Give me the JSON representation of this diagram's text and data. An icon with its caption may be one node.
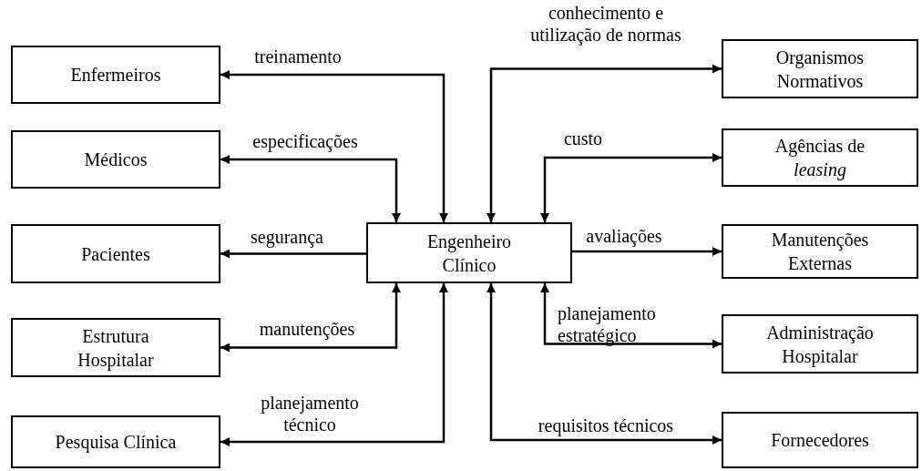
{
  "diagram": {
    "nodes": [
      {
        "text": [
          "Enfermeiros"
        ]
      },
      {
        "text": [
          "Organismos Normativos"
        ]
      },
      {
        "text": [
          "Médicos"
        ]
      },
      {
        "text": [
          "Agências de *leasing*"
        ]
      },
      {
        "text": [
          "Pacientes"
        ]
      },
      {
        "text": [
          "Engenheiro Clínico"
        ]
      },
      {
        "text": [
          "Manutenções Externas"
        ]
      },
      {
        "text": [
          "Estrutura Hospitalar"
        ]
      },
      {
        "text": [
          "Administração Hospitalar"
        ]
      },
      {
        "text": [
          "Pesquisa Clínica"
        ]
      },
      {
        "text": [
          "Fornecedores"
        ]
      }
    ],
    "edges": [
      {
        "from": 5,
        "to": 0,
        "arrow": "both",
        "label": "treinamento"
      },
      {
        "from": 5,
        "to": 2,
        "arrow": "both",
        "label": "especificações"
      },
      {
        "from": 5,
        "to": 4,
        "arrow": "to",
        "label": "segurança"
      },
      {
        "from": 5,
        "to": 7,
        "arrow": "both",
        "label": "manutenções"
      },
      {
        "from": 5,
        "to": 9,
        "arrow": "both",
        "label": "planejamento técnico"
      },
      {
        "from": 5,
        "to": 1,
        "arrow": "both",
        "label": "conhecimento e utilização de normas"
      },
      {
        "from": 5,
        "to": 3,
        "arrow": "both",
        "label": "custo"
      },
      {
        "from": 5,
        "to": 6,
        "arrow": "to",
        "label": "avaliações"
      },
      {
        "from": 5,
        "to": 8,
        "arrow": "both",
        "label": "planejamento estratégico"
      },
      {
        "from": 5,
        "to": 10,
        "arrow": "both",
        "label": "requisitos técnicos"
      }
    ]
  }
}
